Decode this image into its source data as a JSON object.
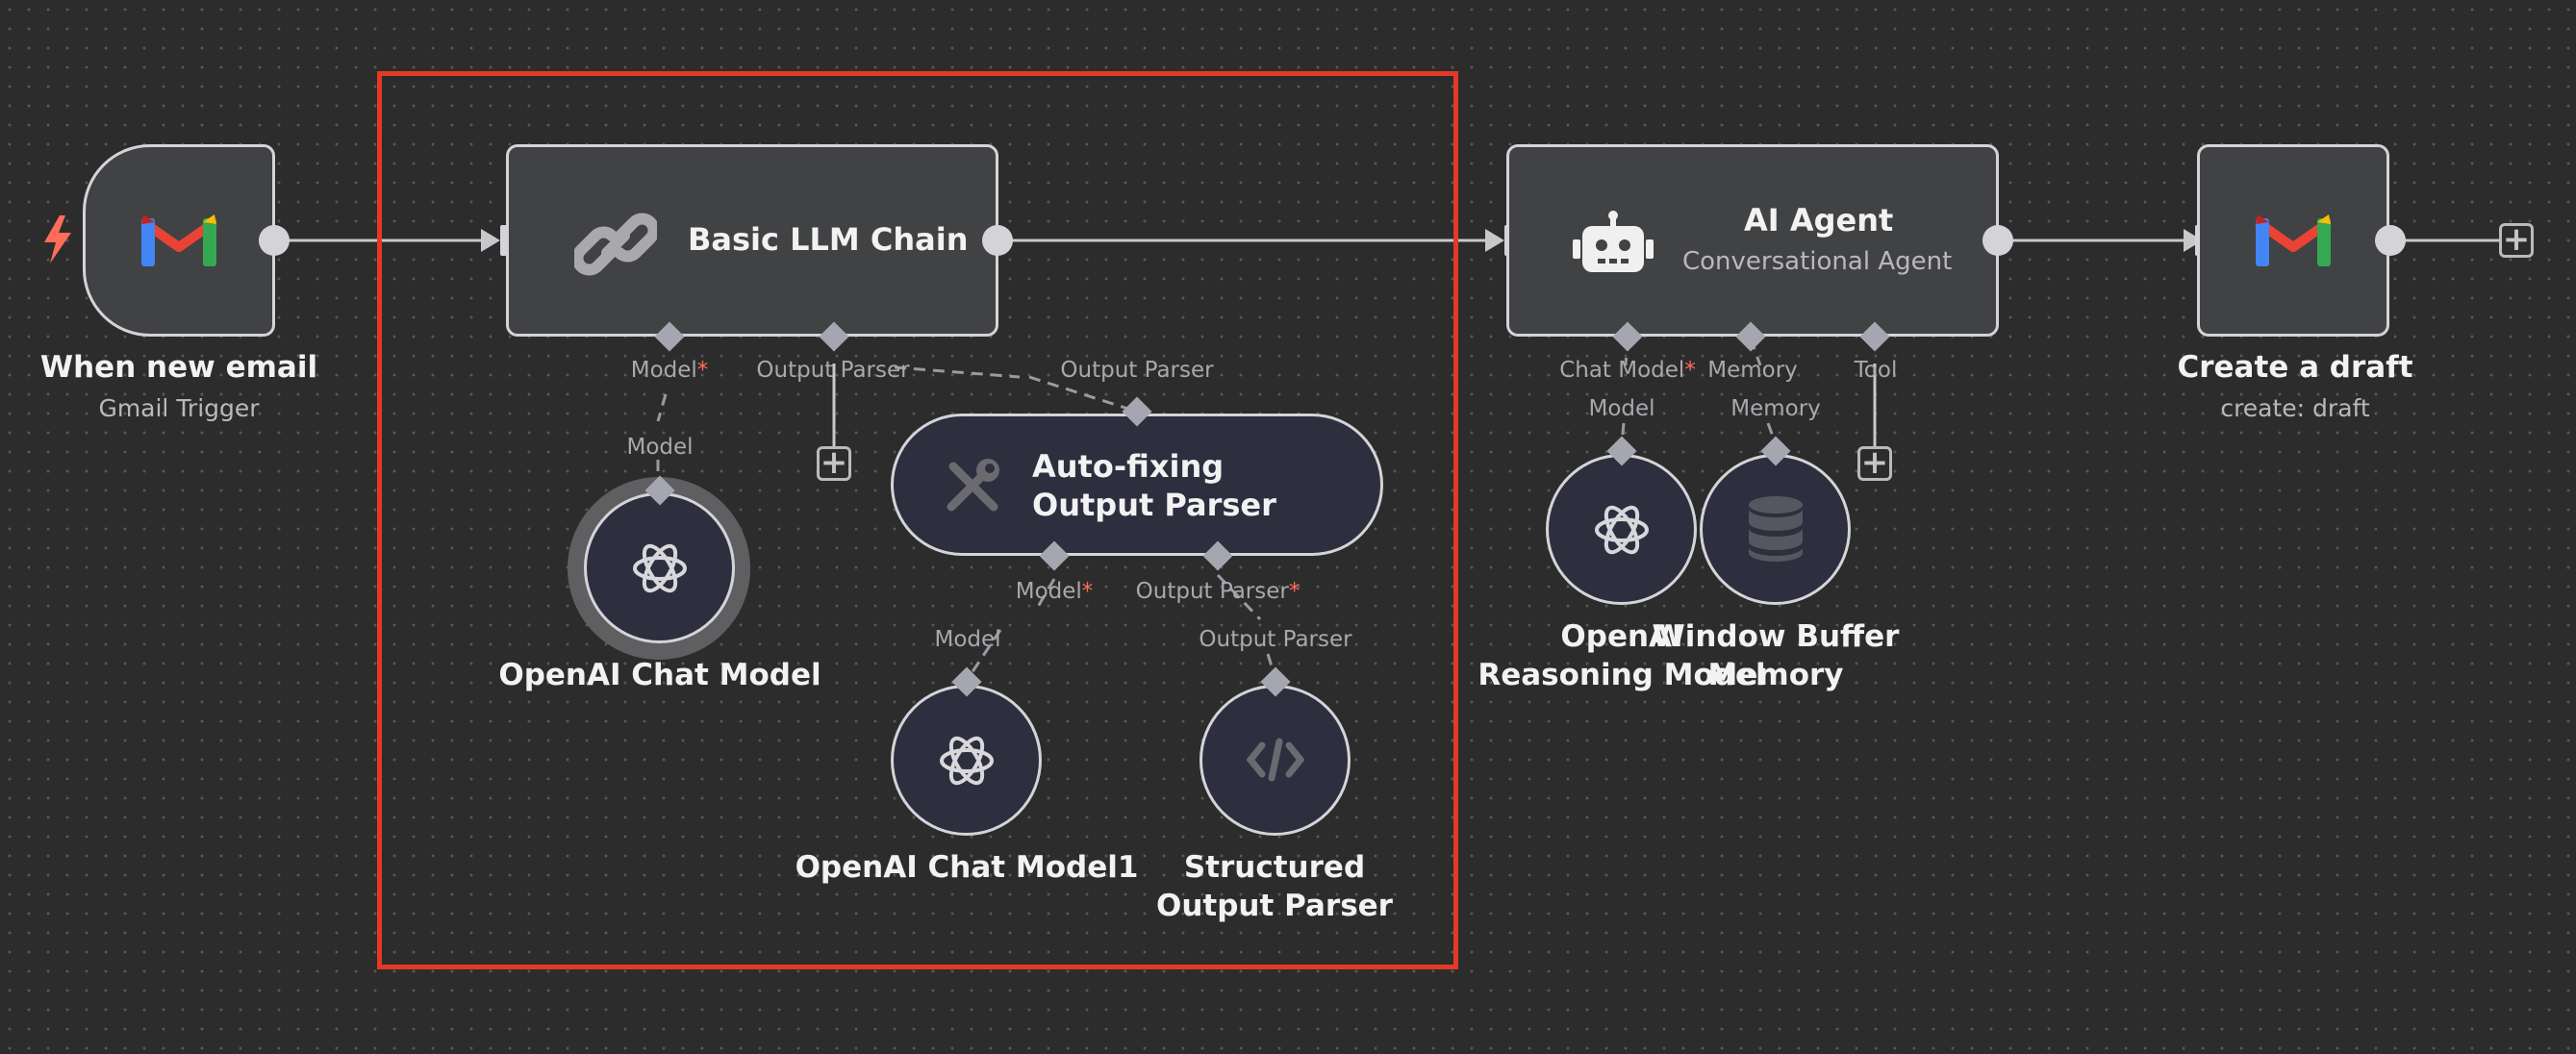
{
  "canvas": {
    "background": "#2c2c2c",
    "selection_frame_color": "#e23a26"
  },
  "nodes": {
    "gmail_trigger": {
      "label": "When new email",
      "sublabel": "Gmail Trigger",
      "icon": "gmail-icon"
    },
    "llm_chain": {
      "title": "Basic LLM Chain",
      "icon": "link-chain-icon"
    },
    "openai_chat_model": {
      "label": "OpenAI Chat Model",
      "icon": "openai-icon"
    },
    "autofix_parser": {
      "title": "Auto-fixing Output Parser",
      "icon": "tools-icon"
    },
    "openai_chat_model1": {
      "label": "OpenAI Chat Model1",
      "icon": "openai-icon"
    },
    "structured_parser": {
      "label": "Structured Output Parser",
      "icon": "code-icon"
    },
    "ai_agent": {
      "title": "AI Agent",
      "subtitle": "Conversational Agent",
      "icon": "robot-icon"
    },
    "openai_reasoning_model": {
      "label": "OpenAI Reasoning Model",
      "icon": "openai-icon"
    },
    "window_buffer_memory": {
      "label": "Window Buffer Memory",
      "icon": "database-icon"
    },
    "create_draft": {
      "label": "Create a draft",
      "sublabel": "create: draft",
      "icon": "gmail-icon"
    }
  },
  "ports": {
    "llm_model": "Model",
    "llm_output_parser": "Output Parser",
    "chat_model_out": "Model",
    "autofix_in": "Output Parser",
    "autofix_model": "Model",
    "autofix_output_parser": "Output Parser",
    "chat_model1_out": "Model",
    "structured_out": "Output Parser",
    "agent_chat_model": "Chat Model",
    "agent_memory": "Memory",
    "agent_tool": "Tool",
    "reasoning_out": "Model",
    "memory_out": "Memory"
  },
  "required_marker": "*",
  "plus": "+"
}
